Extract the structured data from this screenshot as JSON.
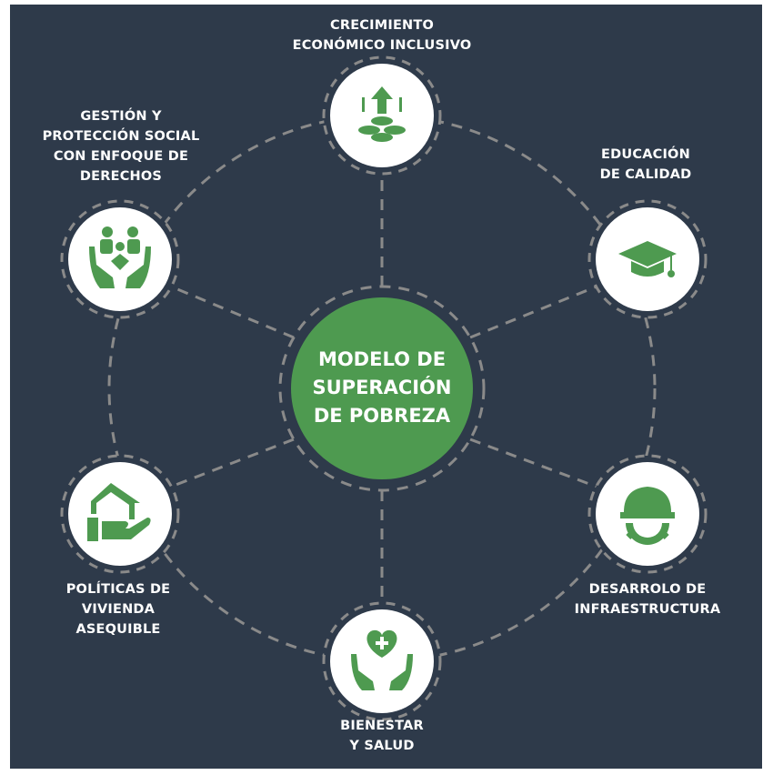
{
  "title": "MODELO DE\nSUPERACIÓN\nDE POBREZA",
  "colors": {
    "background": "#2e3a4a",
    "accent": "#4e9a50",
    "dash": "#8a8a8a"
  },
  "nodes": [
    {
      "label": "CRECIMIENTO\nECONÓMICO INCLUSIVO",
      "icon": "coins-growth-icon"
    },
    {
      "label": "EDUCACIÓN\nDE CALIDAD",
      "icon": "graduation-cap-icon"
    },
    {
      "label": "DESARROLO DE\nINFRAESTRUCTURA",
      "icon": "hardhat-gear-icon"
    },
    {
      "label": "BIENESTAR\nY SALUD",
      "icon": "heart-hands-icon"
    },
    {
      "label": "POLÍTICAS DE\nVIVIENDA\nASEQUIBLE",
      "icon": "house-hand-icon"
    },
    {
      "label": "GESTIÓN Y\nPROTECCIÓN SOCIAL\nCON ENFOQUE DE\nDERECHOS",
      "icon": "family-hands-icon"
    }
  ]
}
